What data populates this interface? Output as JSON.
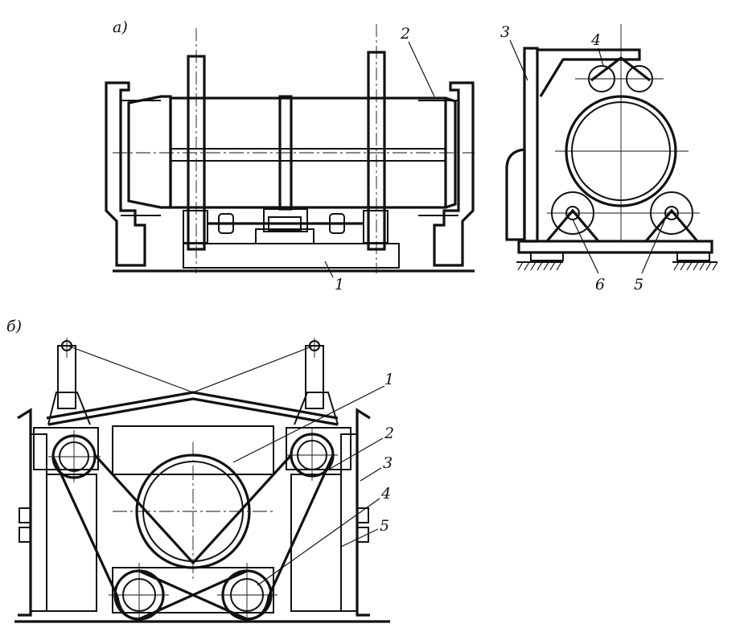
{
  "views": {
    "a": {
      "caption": "а)",
      "labels": {
        "l1": "1",
        "l2": "2",
        "l3": "3",
        "l4": "4",
        "l5": "5",
        "l6": "6"
      }
    },
    "b": {
      "caption": "б)",
      "labels": {
        "l1": "1",
        "l2": "2",
        "l3": "3",
        "l4": "4",
        "l5": "5"
      }
    }
  },
  "colors": {
    "ink": "#111111",
    "paper": "#ffffff"
  }
}
